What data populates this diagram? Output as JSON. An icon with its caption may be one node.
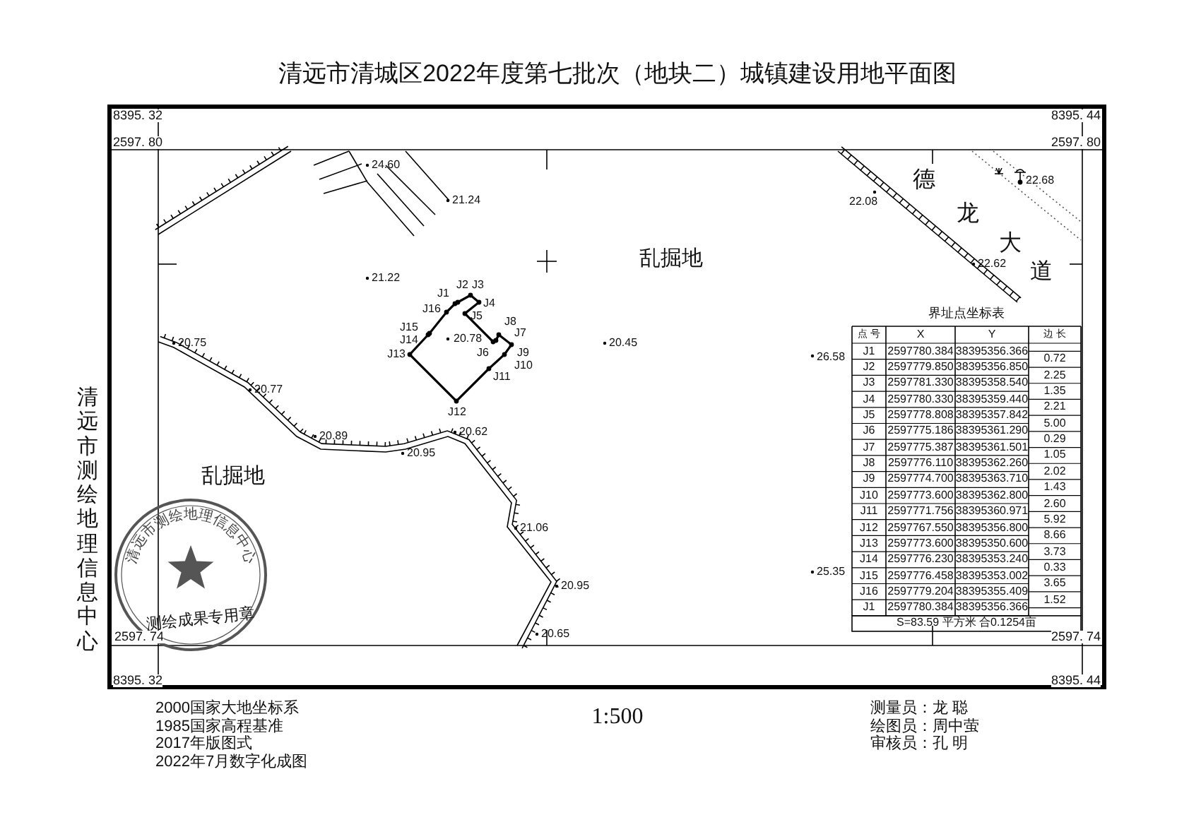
{
  "diagram": {
    "title": "清远市清城区2022年度第七批次（地块二）城镇建设用地平面图",
    "labels": [
      "8395. 32",
      "8395. 44",
      "2597. 80",
      "2597. 80",
      "24.60",
      "德",
      "22.68",
      "21.24",
      "22.08",
      "龙",
      "大",
      "乱掘地",
      "22.62",
      "道",
      "21.22",
      "J2",
      "J3",
      "J1",
      "J4",
      "J16",
      "J5",
      "J8",
      "J15",
      "J7",
      "20.75",
      "J14",
      "20.78",
      "20.45",
      "J13",
      "J6",
      "J9",
      "J10",
      "26.58",
      "J11",
      "20.77",
      "J12",
      "20.89",
      "20.95",
      "20.62",
      "乱掘地",
      "21.06",
      "25.35",
      "20.95",
      "2597. 74",
      "20.65",
      "2597. 74",
      "8395. 32",
      "8395. 44",
      "界址点坐标表",
      "点 号",
      "X",
      "Y",
      "边 长",
      "J1",
      "2597780.384",
      "38395356.366",
      "0.72",
      "J2",
      "2597779.850",
      "38395356.850",
      "2.25",
      "J3",
      "2597781.330",
      "38395358.540",
      "1.35",
      "J4",
      "2597780.330",
      "38395359.440",
      "2.21",
      "J5",
      "2597778.808",
      "38395357.842",
      "5.00",
      "J6",
      "2597775.186",
      "38395361.290",
      "0.29",
      "J7",
      "2597775.387",
      "38395361.501",
      "1.05",
      "J8",
      "2597776.110",
      "38395362.260",
      "2.02",
      "J9",
      "2597774.700",
      "38395363.710",
      "1.43",
      "J10",
      "2597773.600",
      "38395362.800",
      "2.60",
      "J11",
      "2597771.756",
      "38395360.971",
      "5.92",
      "J12",
      "2597767.550",
      "38395356.800",
      "8.66",
      "J13",
      "2597773.600",
      "38395350.600",
      "3.73",
      "J14",
      "2597776.230",
      "38395353.240",
      "0.33",
      "J15",
      "2597776.458",
      "38395353.002",
      "3.65",
      "J16",
      "2597779.204",
      "38395355.409",
      "1.52",
      "J1",
      "2597780.384",
      "38395356.366",
      "S=83.59 平方米 合0.1254亩",
      "清远市测绘地理信息中心",
      "清远市测绘地理信息中心",
      "测绘成果专用章",
      "2000国家大地坐标系",
      "1985国家高程基准",
      "2017年版图式",
      "2022年7月数字化成图",
      "1:500",
      "测量员：龙 聪",
      "绘图员：周中萤",
      "审核员：孔 明"
    ]
  }
}
